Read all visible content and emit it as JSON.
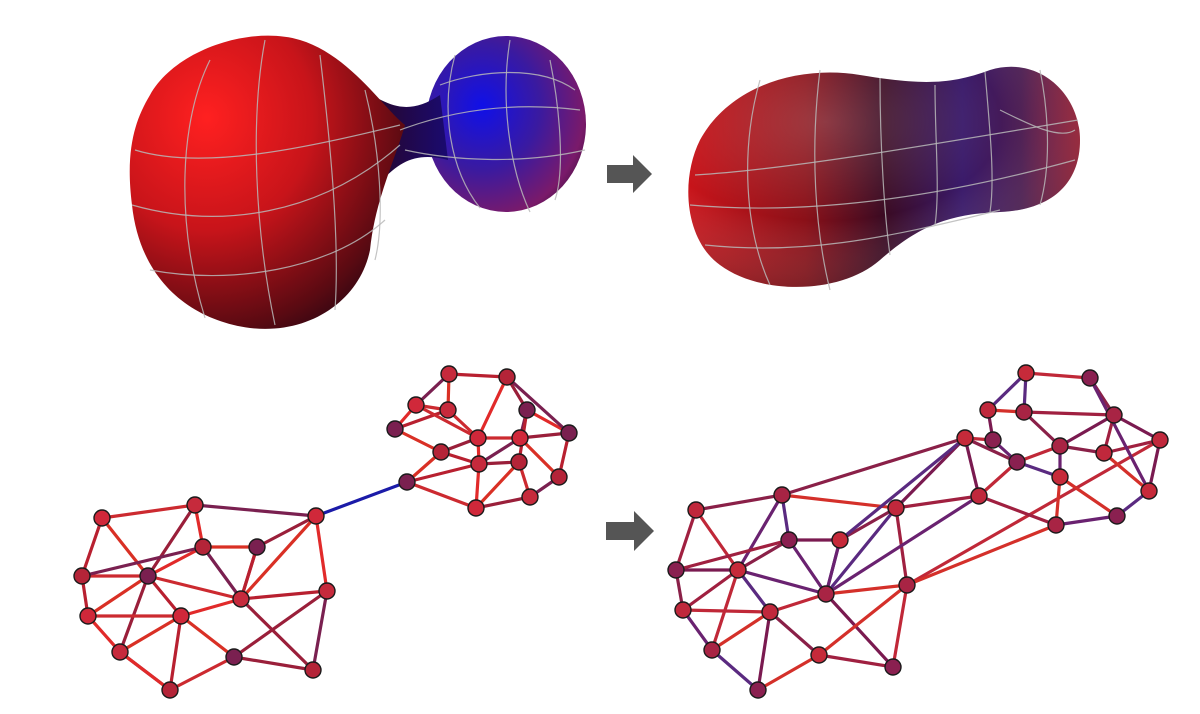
{
  "colors": {
    "background": "#ffffff",
    "red": "#e51c1c",
    "dark_red": "#3a0a10",
    "blue": "#1212e0",
    "purple": "#4a2a9a",
    "grid_line": "#b8b8b8",
    "arrow": "#555555",
    "node_stroke": "#1a1a1a"
  },
  "panels": [
    {
      "id": "surface-before",
      "kind": "surface",
      "description_icon": "dumbbell-surface"
    },
    {
      "id": "surface-after",
      "kind": "surface",
      "description_icon": "peanut-surface"
    },
    {
      "id": "graph-before",
      "kind": "graph",
      "description_icon": "two-cluster-graph"
    },
    {
      "id": "graph-after",
      "kind": "graph",
      "description_icon": "merged-graph"
    }
  ],
  "arrows": [
    {
      "id": "arrow-top",
      "icon": "right-arrow-icon"
    },
    {
      "id": "arrow-bottom",
      "icon": "right-arrow-icon"
    }
  ]
}
